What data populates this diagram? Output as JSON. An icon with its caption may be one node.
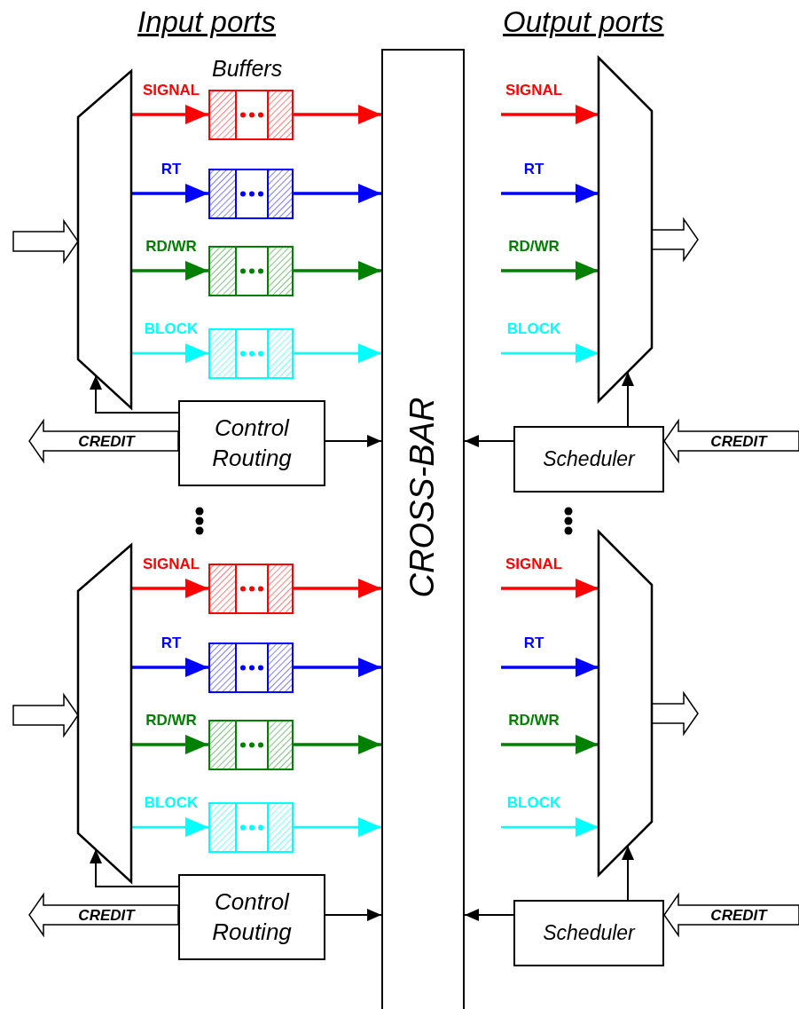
{
  "diagram": {
    "nodes": [
      {
        "text": [
          "CROSS-BAR"
        ]
      },
      {
        "text": [],
        "shape": "trapezoid"
      },
      {
        "text": [],
        "shape": "box"
      },
      {
        "text": [],
        "shape": "box"
      },
      {
        "text": [],
        "shape": "box"
      },
      {
        "text": [],
        "shape": "box"
      },
      {
        "text": [
          "Control Routing"
        ]
      },
      {
        "text": [],
        "shape": "trapezoid"
      },
      {
        "text": [
          "Scheduler"
        ]
      },
      {
        "text": [],
        "shape": "trapezoid"
      },
      {
        "text": [],
        "shape": "box"
      },
      {
        "text": [],
        "shape": "box"
      },
      {
        "text": [],
        "shape": "box"
      },
      {
        "text": [],
        "shape": "box"
      },
      {
        "text": [
          "Control Routing"
        ]
      },
      {
        "text": [],
        "shape": "trapezoid"
      },
      {
        "text": [
          "Scheduler"
        ]
      }
    ],
    "edges": [
      {
        "from": null,
        "to": 1,
        "arrow": "to",
        "style": "thick"
      },
      {
        "from": 1,
        "to": 2,
        "arrow": "to",
        "label": "SIGNAL",
        "color": "#ff0000"
      },
      {
        "from": 1,
        "to": 3,
        "arrow": "to",
        "label": "RT",
        "color": "#0000ff"
      },
      {
        "from": 1,
        "to": 4,
        "arrow": "to",
        "label": "RD/WR",
        "color": "#008000"
      },
      {
        "from": 1,
        "to": 5,
        "arrow": "to",
        "label": "BLOCK",
        "color": "#00ffff"
      },
      {
        "from": 2,
        "to": 0,
        "arrow": "to",
        "color": "#ff0000"
      },
      {
        "from": 3,
        "to": 0,
        "arrow": "to",
        "color": "#0000ff"
      },
      {
        "from": 4,
        "to": 0,
        "arrow": "to",
        "color": "#008000"
      },
      {
        "from": 5,
        "to": 0,
        "arrow": "to",
        "color": "#00ffff"
      },
      {
        "from": 6,
        "to": 1,
        "arrow": "to"
      },
      {
        "from": 6,
        "to": null,
        "arrow": "to",
        "style": "thick",
        "label": "CREDIT"
      },
      {
        "from": 6,
        "to": 0,
        "arrow": "to"
      },
      {
        "from": null,
        "to": 7,
        "arrow": "to",
        "label": "SIGNAL",
        "color": "#ff0000"
      },
      {
        "from": null,
        "to": 7,
        "arrow": "to",
        "label": "RT",
        "color": "#0000ff"
      },
      {
        "from": null,
        "to": 7,
        "arrow": "to",
        "label": "RD/WR",
        "color": "#008000"
      },
      {
        "from": null,
        "to": 7,
        "arrow": "to",
        "label": "BLOCK",
        "color": "#00ffff"
      },
      {
        "from": 7,
        "to": null,
        "arrow": "to",
        "style": "thick"
      },
      {
        "from": 8,
        "to": 7,
        "arrow": "to"
      },
      {
        "from": 8,
        "to": 0,
        "arrow": "to"
      },
      {
        "from": null,
        "to": 8,
        "arrow": "to",
        "style": "thick",
        "label": "CREDIT"
      },
      {
        "from": null,
        "to": 9,
        "arrow": "to",
        "style": "thick"
      },
      {
        "from": 9,
        "to": 10,
        "arrow": "to",
        "label": "SIGNAL",
        "color": "#ff0000"
      },
      {
        "from": 9,
        "to": 11,
        "arrow": "to",
        "label": "RT",
        "color": "#0000ff"
      },
      {
        "from": 9,
        "to": 12,
        "arrow": "to",
        "label": "RD/WR",
        "color": "#008000"
      },
      {
        "from": 9,
        "to": 13,
        "arrow": "to",
        "label": "BLOCK",
        "color": "#00ffff"
      },
      {
        "from": 10,
        "to": 0,
        "arrow": "to",
        "color": "#ff0000"
      },
      {
        "from": 11,
        "to": 0,
        "arrow": "to",
        "color": "#0000ff"
      },
      {
        "from": 12,
        "to": 0,
        "arrow": "to",
        "color": "#008000"
      },
      {
        "from": 13,
        "to": 0,
        "arrow": "to",
        "color": "#00ffff"
      },
      {
        "from": 14,
        "to": 9,
        "arrow": "to"
      },
      {
        "from": 14,
        "to": null,
        "arrow": "to",
        "style": "thick",
        "label": "CREDIT"
      },
      {
        "from": 14,
        "to": 0,
        "arrow": "to"
      },
      {
        "from": null,
        "to": 15,
        "arrow": "to",
        "label": "SIGNAL",
        "color": "#ff0000"
      },
      {
        "from": null,
        "to": 15,
        "arrow": "to",
        "label": "RT",
        "color": "#0000ff"
      },
      {
        "from": null,
        "to": 15,
        "arrow": "to",
        "label": "RD/WR",
        "color": "#008000"
      },
      {
        "from": null,
        "to": 15,
        "arrow": "to",
        "label": "BLOCK",
        "color": "#00ffff"
      },
      {
        "from": 15,
        "to": null,
        "arrow": "to",
        "style": "thick"
      },
      {
        "from": 16,
        "to": 15,
        "arrow": "to"
      },
      {
        "from": 16,
        "to": 0,
        "arrow": "to"
      },
      {
        "from": null,
        "to": 16,
        "arrow": "to",
        "style": "thick",
        "label": "CREDIT"
      }
    ],
    "labels": [
      "Input ports",
      "Output ports",
      "Buffers"
    ]
  }
}
